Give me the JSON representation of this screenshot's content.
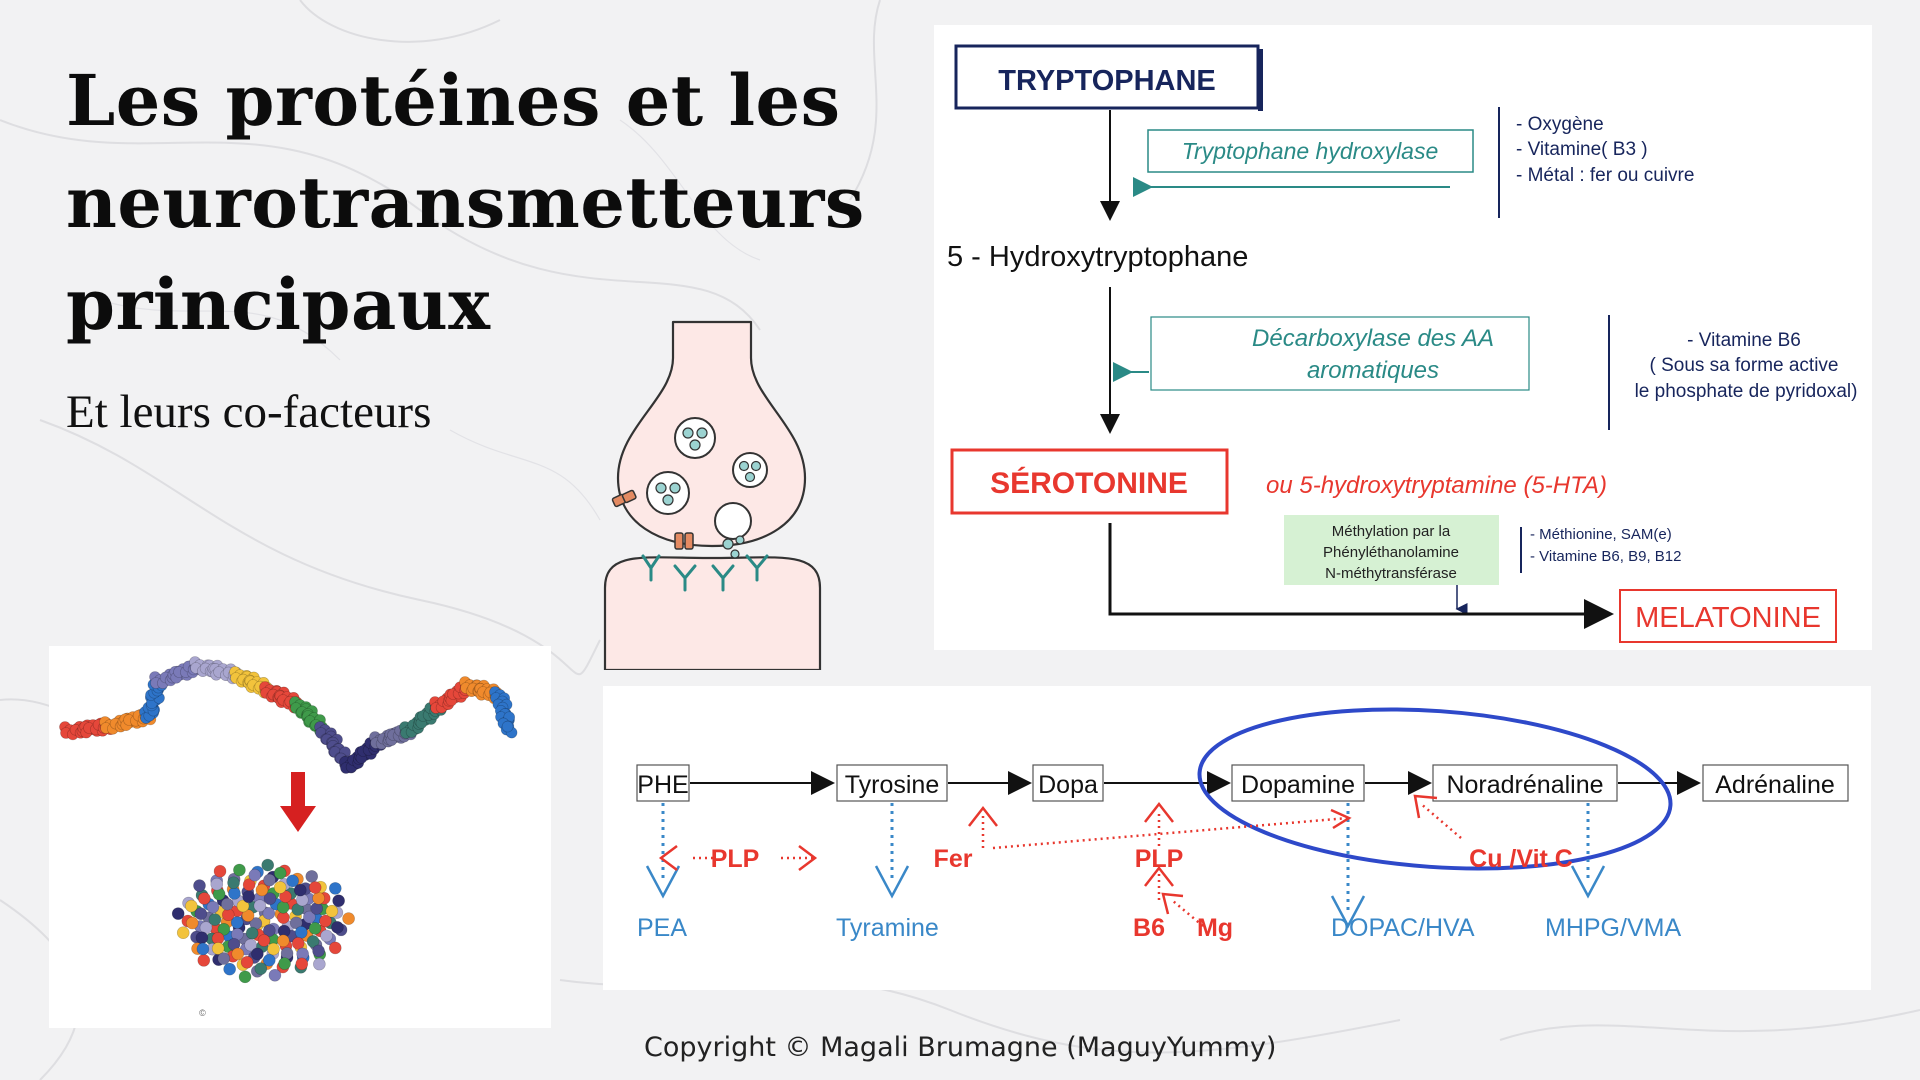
{
  "slide": {
    "title_lines": [
      "Les protéines et les",
      "neurotransmetteurs",
      "principaux"
    ],
    "subtitle": "Et leurs co-facteurs",
    "copyright": "Copyright © Magali Brumagne (MaguyYummy)"
  },
  "tryptophan_pathway": {
    "tryptophane": "TRYPTOPHANE",
    "enzyme1": "Tryptophane hydroxylase",
    "cofactors1": [
      "- Oxygène",
      "- Vitamine( B3 )",
      "- Métal : fer ou cuivre"
    ],
    "intermediate": "5 - Hydroxytryptophane",
    "enzyme2_lines": [
      "Décarboxylase des AA",
      "aromatiques"
    ],
    "cofactors2": [
      "- Vitamine B6",
      "( Sous sa forme active",
      "le phosphate de pyridoxal)"
    ],
    "serotonine": "SÉROTONINE",
    "serotonine_alt": "ou 5-hydroxytryptamine (5-HTA)",
    "enzyme3_lines": [
      "Méthylation par la",
      "Phényléthanolamine",
      "N-méthytransférase"
    ],
    "cofactors3": [
      "- Méthionine, SAM(e)",
      "- Vitamine B6, B9, B12"
    ],
    "melatonine": "MELATONINE"
  },
  "catecholamine_pathway": {
    "steps": [
      "PHE",
      "Tyrosine",
      "Dopa",
      "Dopamine",
      "Noradrénaline",
      "Adrénaline"
    ],
    "metabolites": [
      "PEA",
      "Tyramine",
      "DOPAC/HVA",
      "MHPG/VMA"
    ],
    "cofactors": {
      "plp_left": "PLP",
      "fer": "Fer",
      "plp_mid": "PLP",
      "b6": "B6",
      "mg": "Mg",
      "cu_vitc": "Cu /Vit C"
    }
  },
  "colors": {
    "red": "#e8372e",
    "navy": "#17255c",
    "teal": "#2a8a86",
    "blue_circle": "#2e49c9",
    "dotted_blue": "#3a88c8"
  }
}
